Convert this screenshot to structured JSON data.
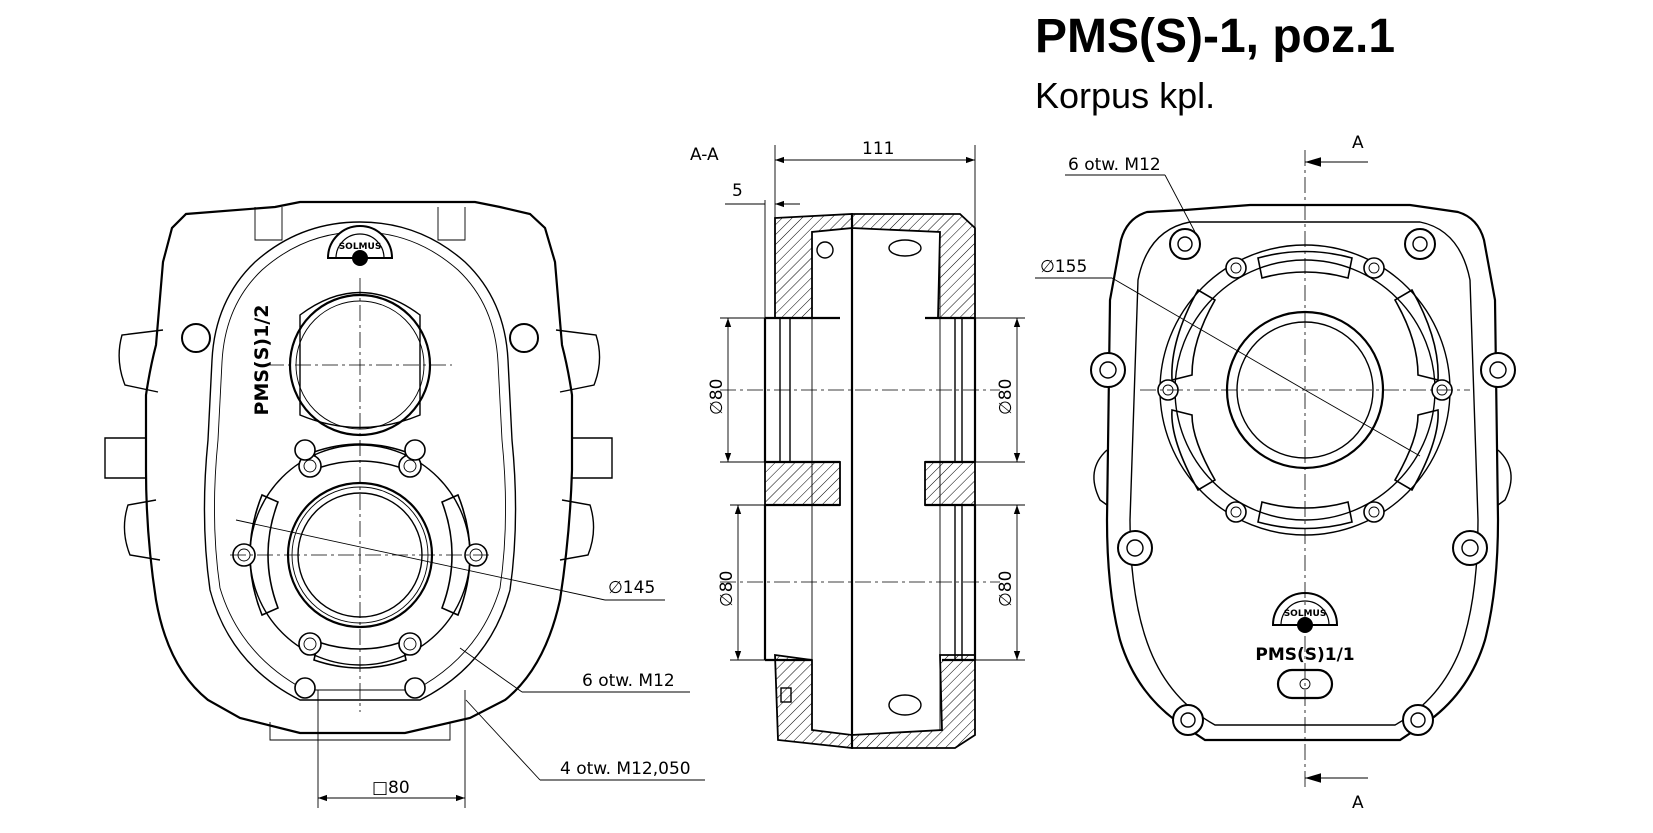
{
  "title": "PMS(S)-1, poz.1",
  "subtitle": "Korpus kpl.",
  "left_view": {
    "casting_mark": "PMS(S)1/2",
    "logo_text": "SOLMUS",
    "dim_pcd": "∅145",
    "dim_holes_6": "6 otw. M12",
    "dim_holes_4": "4 otw. M12,050",
    "dim_square": "□80"
  },
  "section_view": {
    "label": "A-A",
    "dim_width": "111",
    "dim_step": "5",
    "dim_bore_upper_left": "∅80",
    "dim_bore_upper_right": "∅80",
    "dim_bore_lower_left": "∅80",
    "dim_bore_lower_right": "∅80"
  },
  "right_view": {
    "casting_mark": "PMS(S)1/1",
    "logo_text": "SOLMUS",
    "dim_pcd": "∅155",
    "dim_holes_6": "6 otw. M12",
    "section_mark_top": "A",
    "section_mark_bottom": "A"
  }
}
